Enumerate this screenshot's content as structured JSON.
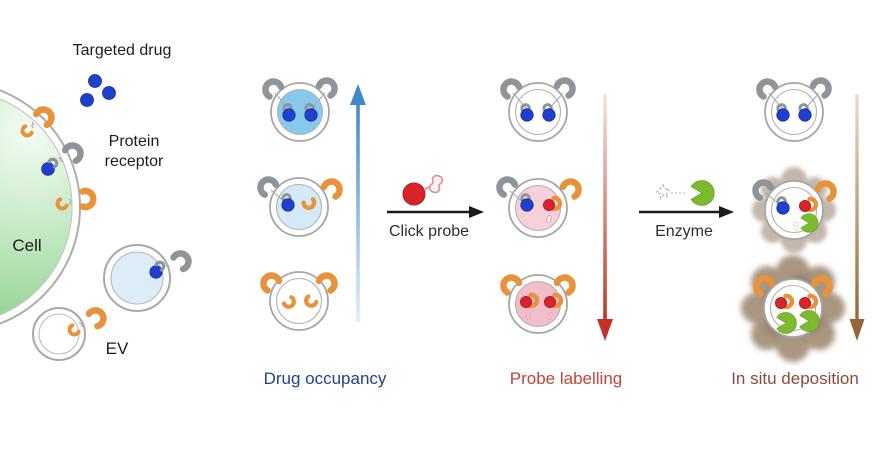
{
  "labels": {
    "targeted_drug": "Targeted drug",
    "protein_receptor": "Protein receptor",
    "cell": "Cell",
    "ev": "EV",
    "drug_occupancy": "Drug occupancy",
    "click_probe": "Click probe",
    "probe_labelling": "Probe labelling",
    "enzyme": "Enzyme",
    "in_situ_deposition": "In situ deposition"
  },
  "colors": {
    "drug_blue": "#1e3fd0",
    "probe_red": "#d7242b",
    "enzyme_green": "#7cbb2f",
    "receptor_orange": "#e8923a",
    "receptor_gray": "#8f9499",
    "cell_green": "#8bd08b",
    "ev_fill_blue": "#dcedf7",
    "vesicle_fill_high": "#87c9ec",
    "vesicle_fill_mid": "#d5eaf8",
    "vesicle_fill_pink_mid": "#f7d0db",
    "vesicle_fill_pink_full": "#f3bdca",
    "deposition_cloud_light": "#bdb1a3",
    "deposition_cloud_dark": "#a89681",
    "occupancy_arrow": "#4288cd",
    "labelling_arrow": "#c23227",
    "deposition_arrow": "#96663a",
    "drug_occupancy_text": "#23418f",
    "probe_labelling_text": "#c1453a",
    "in_situ_deposition_text": "#8d4a3e",
    "step_label_text": "#2e2e2e"
  },
  "icons": {
    "targeted_drug": "blue-dot",
    "protein_receptor": "orange-crescent",
    "bound_receptor": "gray-crescent",
    "click_probe": "red-dot-with-click-tag",
    "enzyme": "green-pacman",
    "substrate": "dashed-star",
    "deposition": "brown-cloud"
  }
}
